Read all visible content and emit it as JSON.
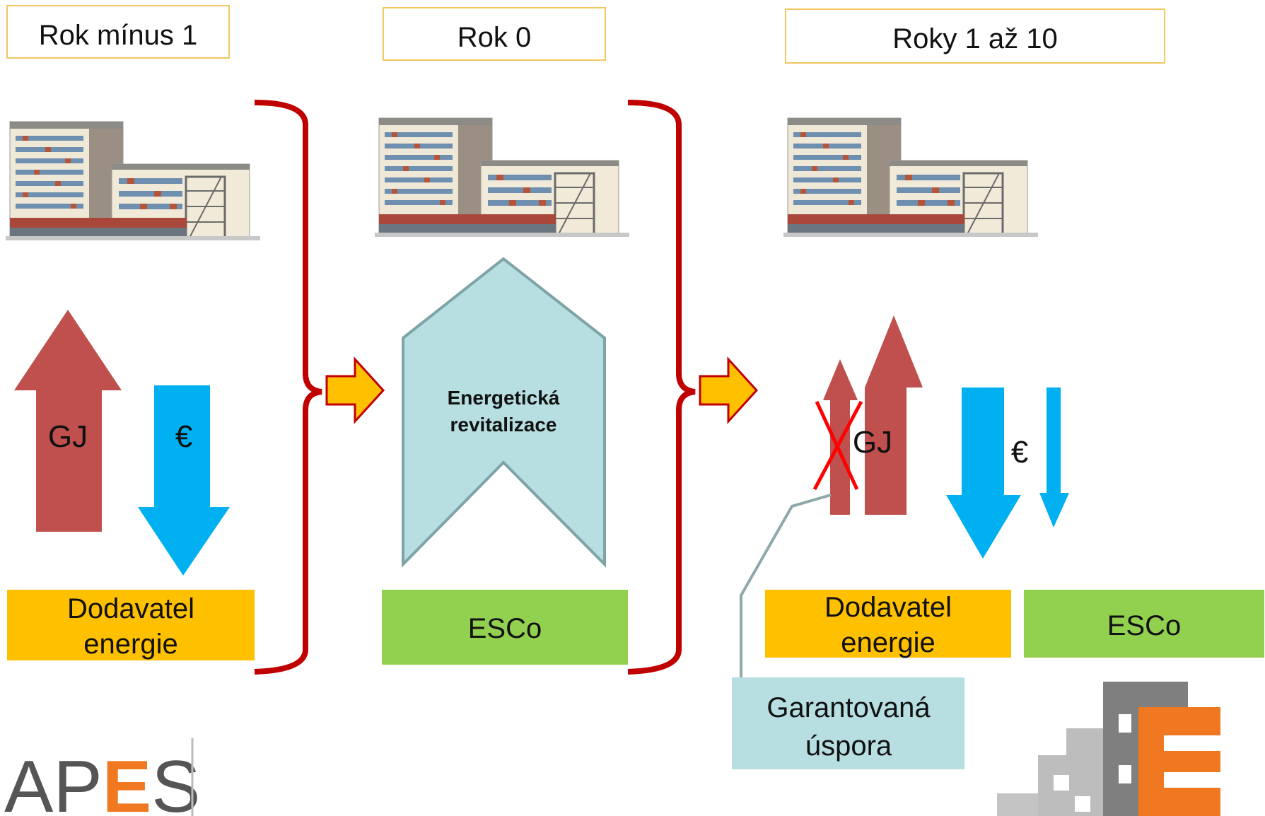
{
  "phases": [
    {
      "label": "Rok mínus 1"
    },
    {
      "label": "Rok 0"
    },
    {
      "label": "Roky 1 až 10"
    }
  ],
  "arrows": {
    "energy_label": "GJ",
    "money_label": "€"
  },
  "boxes": {
    "supplier_line1": "Dodavatel",
    "supplier_line2": "energie",
    "esco": "ESCo"
  },
  "revitalization": {
    "line1": "Energetická",
    "line2": "revitalizace"
  },
  "savings": {
    "line1": "Garantovaná",
    "line2": "úspora"
  },
  "logo": {
    "text_prefix": "AP",
    "text_accent": "E",
    "text_suffix": "S"
  },
  "colors": {
    "phase_border": "#f3c760",
    "bracket": "#c00000",
    "energy_arrow": "#c0504d",
    "money_arrow": "#00b0f0",
    "supplier_box": "#ffc000",
    "esco_box": "#92d050",
    "revitalization_fill": "#b7dfe2",
    "revitalization_border": "#7fa4a8",
    "savings_box": "#b7dfe2",
    "transition_arrow": "#ffc000",
    "cross": "#ff0000",
    "logo_accent": "#f07820"
  },
  "icons": [
    "building-illustration",
    "transition-arrow",
    "cross-mark",
    "energy-efficiency-logo"
  ]
}
